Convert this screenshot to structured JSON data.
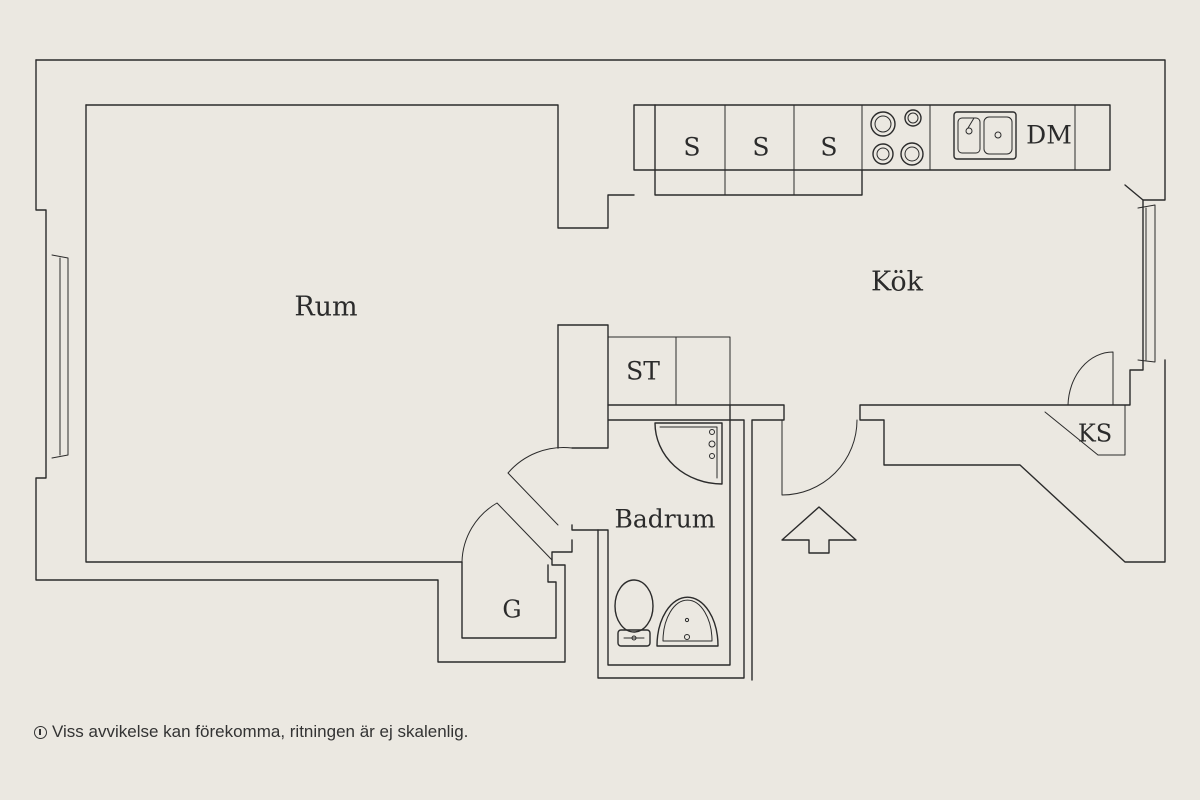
{
  "plan": {
    "rooms": {
      "rum": "Rum",
      "kok": "Kök",
      "badrum": "Badrum",
      "g": "G",
      "ks": "KS",
      "st": "ST",
      "s1": "S",
      "s2": "S",
      "s3": "S",
      "dm": "DM"
    },
    "entrance_icon": "entrance-arrow-icon"
  },
  "footer": {
    "info_icon": "info-icon",
    "disclaimer": "Viss avvikelse kan förekomma, ritningen är ej skalenlig."
  },
  "colors": {
    "paper": "#ebe8e1",
    "ink": "#2b2b2b"
  }
}
